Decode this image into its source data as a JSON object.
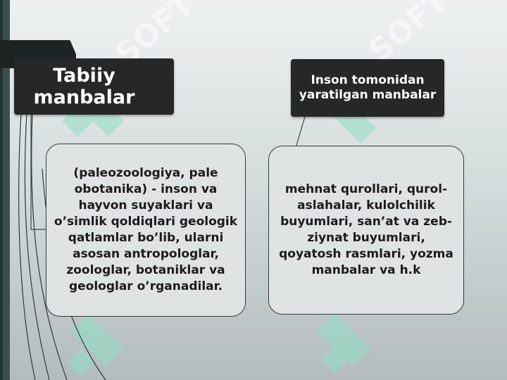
{
  "diagram": {
    "nodes": [
      {
        "id": "natural",
        "label": "Tabiiy manbalar"
      },
      {
        "id": "natural_desc",
        "label": "(paleozoologiya, pale obotanika) - inson va hayvon suyaklari va o’simlik qoldiqlari geologik qatlamlar bo’lib, ularni asosan antropologlar, zoologlar, botaniklar va geologlar o’rganadilar."
      },
      {
        "id": "manmade",
        "label": "Inson tomonidan yaratilgan manbalar"
      },
      {
        "id": "manmade_desc",
        "label": "mehnat qurollari, qurol- aslahalar, kulolchilik buyumlari, san’at va zeb-ziynat buyumlari, qoyatosh rasmlari, yozma manbalar va h.k"
      }
    ],
    "edges": [
      {
        "from": "natural",
        "to": "natural_desc"
      },
      {
        "from": "manmade",
        "to": "manmade_desc"
      }
    ]
  },
  "watermark": {
    "text": "SOFT",
    "color": "#ffffff",
    "logo_color": "#8fe0c4"
  },
  "colors": {
    "title_bg": "#262828",
    "desc_bg": "#e0e3e3",
    "strip": "#3b4e50"
  }
}
